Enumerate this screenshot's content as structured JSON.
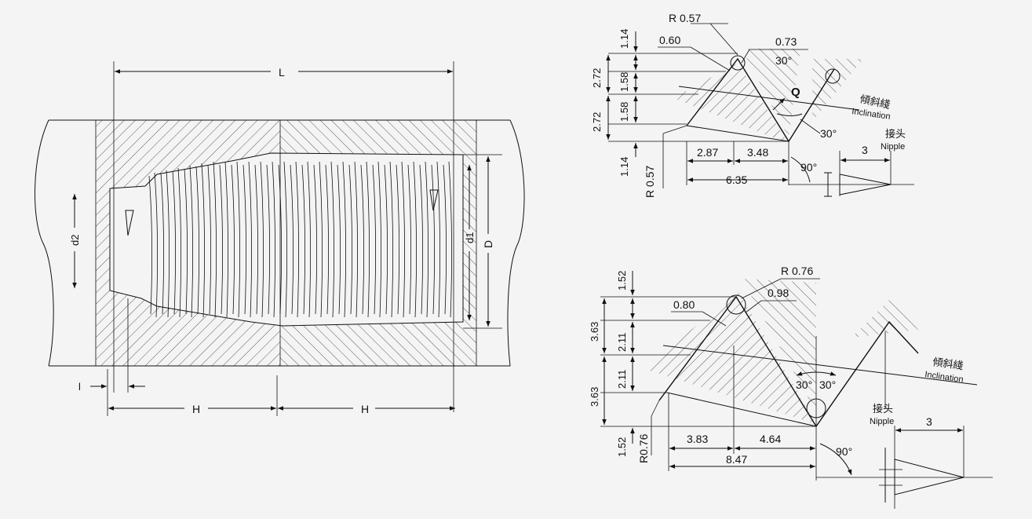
{
  "left_drawing": {
    "labels": {
      "L": "L",
      "D": "D",
      "d1": "d1",
      "d2": "d2",
      "H_left": "H",
      "H_right": "H",
      "l": "l"
    }
  },
  "top_right": {
    "dims_left": [
      "1.14",
      "1.58",
      "1.58",
      "1.14"
    ],
    "dims_outer": [
      "2.72",
      "2.72"
    ],
    "r_top": "R 0.57",
    "r_bottom": "R 0.57",
    "d_060": "0.60",
    "d_073": "0.73",
    "angle_30_top": "30°",
    "angle_30_right": "30°",
    "q_label": "Q",
    "incl_cn": "傾斜綫",
    "incl_en": "Inclination",
    "nipple_cn": "接头",
    "nipple_en": "Nipple",
    "nipple_dim": "3",
    "d_287": "2.87",
    "d_348": "3.48",
    "d_635": "6.35",
    "angle_90": "90°"
  },
  "bottom_right": {
    "dims_left": [
      "1.52",
      "2.11",
      "2.11",
      "1.52"
    ],
    "dims_outer": [
      "3.63",
      "3.63"
    ],
    "r_top": "R 0.76",
    "r_bottom": "R0.76",
    "d_080": "0.80",
    "d_098": "0.98",
    "angle_30a": "30°",
    "angle_30b": "30°",
    "incl_cn": "傾斜綫",
    "incl_en": "Inclination",
    "nipple_cn": "接头",
    "nipple_en": "Nipple",
    "nipple_dim": "3",
    "d_383": "3.83",
    "d_464": "4.64",
    "d_847": "8.47",
    "angle_90": "90°"
  }
}
